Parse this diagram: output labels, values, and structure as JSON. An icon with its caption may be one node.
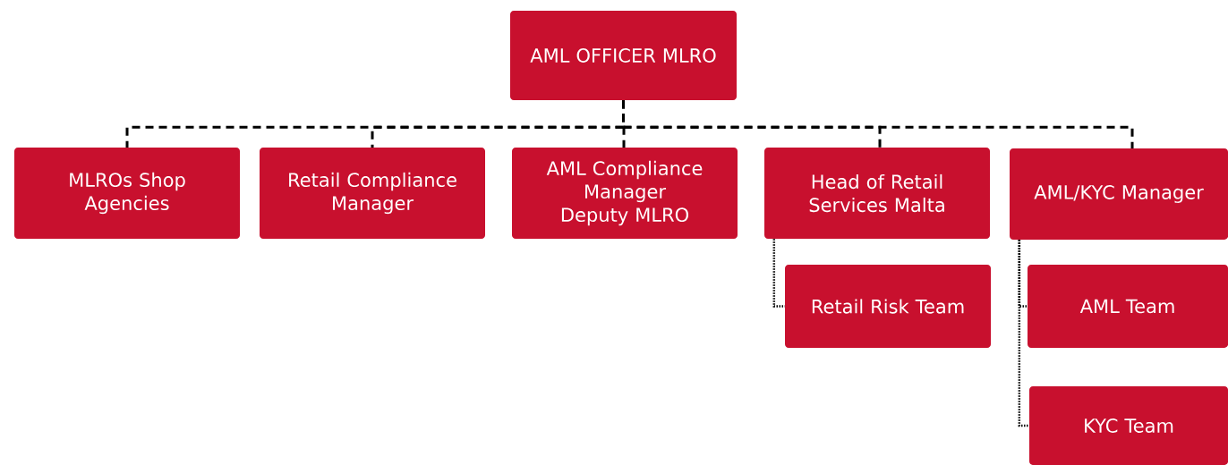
{
  "diagram": {
    "nodes": [
      {
        "text": [
          "AML OFFICER MLRO"
        ]
      },
      {
        "text": [
          "MLROs Shop Agencies"
        ]
      },
      {
        "text": [
          "Retail Compliance Manager"
        ]
      },
      {
        "text": [
          "AML Compliance Manager Deputy MLRO"
        ]
      },
      {
        "text": [
          "Head of Retail Services Malta"
        ]
      },
      {
        "text": [
          "AML/KYC Manager"
        ]
      },
      {
        "text": [
          "Retail Risk Team"
        ]
      },
      {
        "text": [
          "AML Team"
        ]
      },
      {
        "text": [
          "KYC Team"
        ]
      }
    ],
    "edges": [
      {
        "from": 0,
        "to": 1,
        "arrow": "none",
        "style": "dashed"
      },
      {
        "from": 0,
        "to": 2,
        "arrow": "none",
        "style": "dashed"
      },
      {
        "from": 0,
        "to": 3,
        "arrow": "none",
        "style": "dashed"
      },
      {
        "from": 0,
        "to": 4,
        "arrow": "none",
        "style": "dashed"
      },
      {
        "from": 0,
        "to": 5,
        "arrow": "none",
        "style": "dashed"
      },
      {
        "from": 4,
        "to": 6,
        "arrow": "none"
      },
      {
        "from": 5,
        "to": 7,
        "arrow": "none"
      },
      {
        "from": 5,
        "to": 8,
        "arrow": "none"
      }
    ]
  }
}
